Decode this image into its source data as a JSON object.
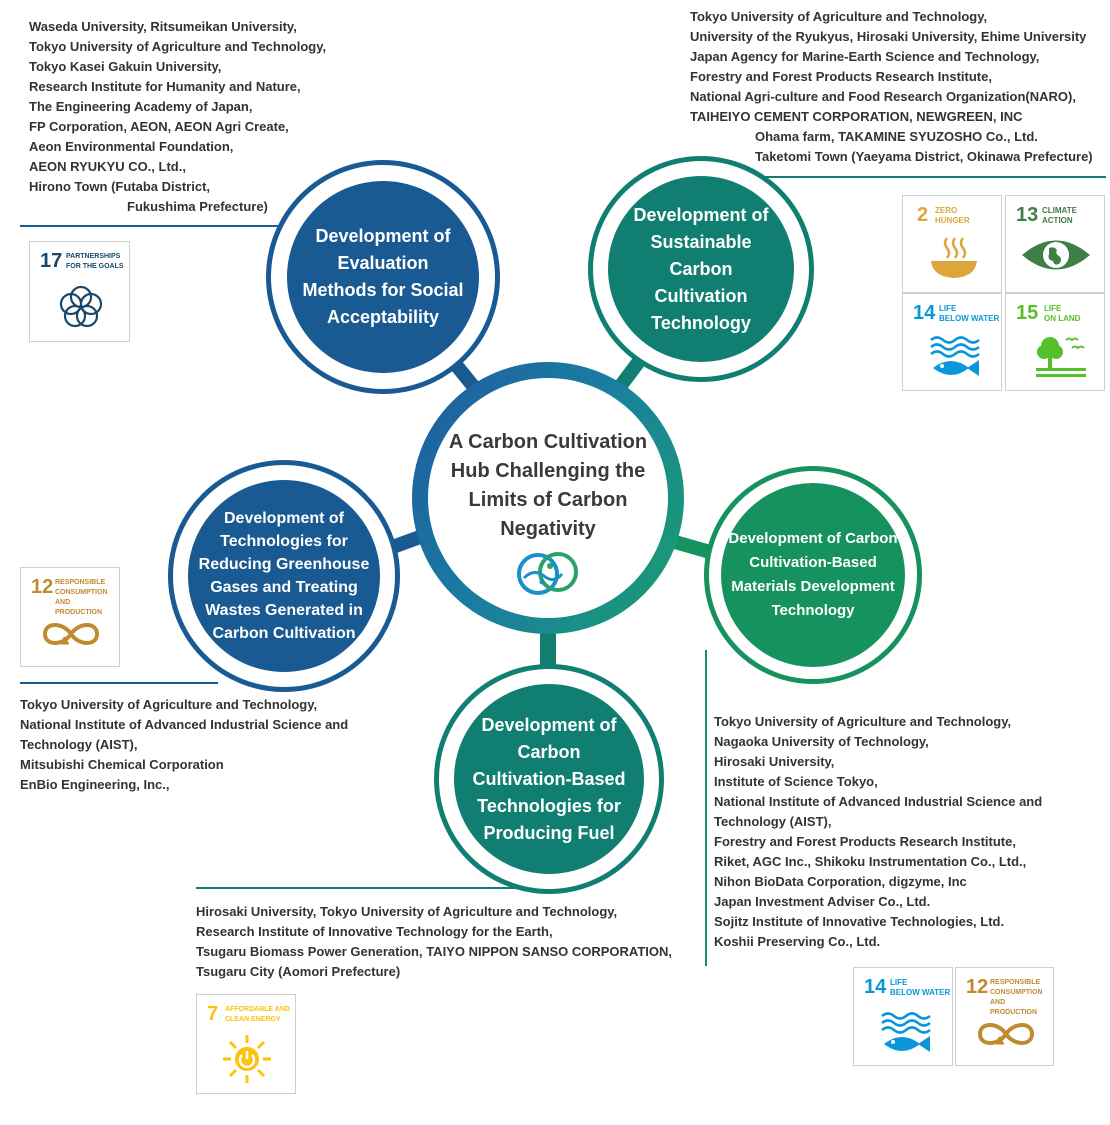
{
  "hub": {
    "title": "A Carbon Cultivation Hub Challenging the Limits of Carbon Negativity"
  },
  "nodes": {
    "evaluation": {
      "label": "Development of Evaluation Methods for Social Acceptability"
    },
    "sustainable": {
      "label": "Development of Sustainable Carbon Cultivation Technology"
    },
    "materials": {
      "label": "Development of Carbon Cultivation-Based Materials Development Technology"
    },
    "fuel": {
      "label": "Development of Carbon Cultivation-Based Technologies for Producing Fuel"
    },
    "ghg": {
      "label": "Development of Technologies for Reducing Greenhouse Gases and Treating Wastes Generated in Carbon Cultivation"
    }
  },
  "partners": {
    "evaluation": "Waseda University, Ritsumeikan University,\nTokyo University of Agriculture and Technology,\nTokyo Kasei Gakuin University,\nResearch Institute for Humanity and Nature,\nThe Engineering Academy of Japan,\nFP Corporation, AEON, AEON Agri Create,\nAeon Environmental Foundation,\nAEON RYUKYU CO., Ltd.,\nHirono Town (Futaba District,",
    "evaluation_tail": "Fukushima Prefecture)",
    "sustainable": "Tokyo University of Agriculture and Technology,\nUniversity of the Ryukyus, Hirosaki University, Ehime University\nJapan Agency for Marine-Earth Science and Technology,\nForestry and Forest Products Research Institute,\nNational Agri-culture and Food Research Organization(NARO),\nTAIHEIYO CEMENT CORPORATION, NEWGREEN, INC",
    "sustainable_tail": "Ohama farm, TAKAMINE SYUZOSHO Co., Ltd.\nTaketomi Town (Yaeyama District, Okinawa Prefecture)",
    "ghg": "Tokyo University of Agriculture and Technology,\nNational Institute of Advanced Industrial Science and\nTechnology (AIST),\nMitsubishi Chemical Corporation\nEnBio Engineering, Inc.,",
    "fuel": "Hirosaki University, Tokyo University of Agriculture and Technology,\nResearch Institute of Innovative Technology for the Earth,\nTsugaru Biomass Power Generation, TAIYO NIPPON SANSO CORPORATION,\nTsugaru City (Aomori Prefecture)",
    "materials": "Tokyo University of Agriculture and Technology,\nNagaoka University of Technology,\nHirosaki University,\nInstitute of Science Tokyo,\nNational Institute of Advanced Industrial Science and\nTechnology (AIST),\nForestry and Forest Products Research Institute,\nRiket, AGC Inc., Shikoku Instrumentation Co., Ltd.,\nNihon BioData Corporation, digzyme, Inc\nJapan Investment Adviser Co., Ltd.\nSojitz Institute of Innovative Technologies, Ltd.\nKoshii Preserving Co., Ltd."
  },
  "sdgs": {
    "g17": {
      "num": "17",
      "label": "PARTNERSHIPS\nFOR THE GOALS",
      "color": "#19486A"
    },
    "g2": {
      "num": "2",
      "label": "ZERO\nHUNGER",
      "color": "#DDA63A"
    },
    "g13": {
      "num": "13",
      "label": "CLIMATE\nACTION",
      "color": "#3F7E44"
    },
    "g14": {
      "num": "14",
      "label": "LIFE\nBELOW WATER",
      "color": "#0A97D9"
    },
    "g15": {
      "num": "15",
      "label": "LIFE\nON LAND",
      "color": "#56C02B"
    },
    "g12": {
      "num": "12",
      "label": "RESPONSIBLE\nCONSUMPTION\nAND PRODUCTION",
      "color": "#BF8B2E"
    },
    "g7": {
      "num": "7",
      "label": "AFFORDABLE AND\nCLEAN ENERGY",
      "color": "#FCC30B"
    }
  },
  "colors": {
    "hub_ring_start": "#1f5aa0",
    "hub_ring_end": "#1aa06a",
    "blue_node": "#1a5a92",
    "teal_node": "#107f72",
    "green_node": "#16925e",
    "connector": "#1a6b7f"
  }
}
